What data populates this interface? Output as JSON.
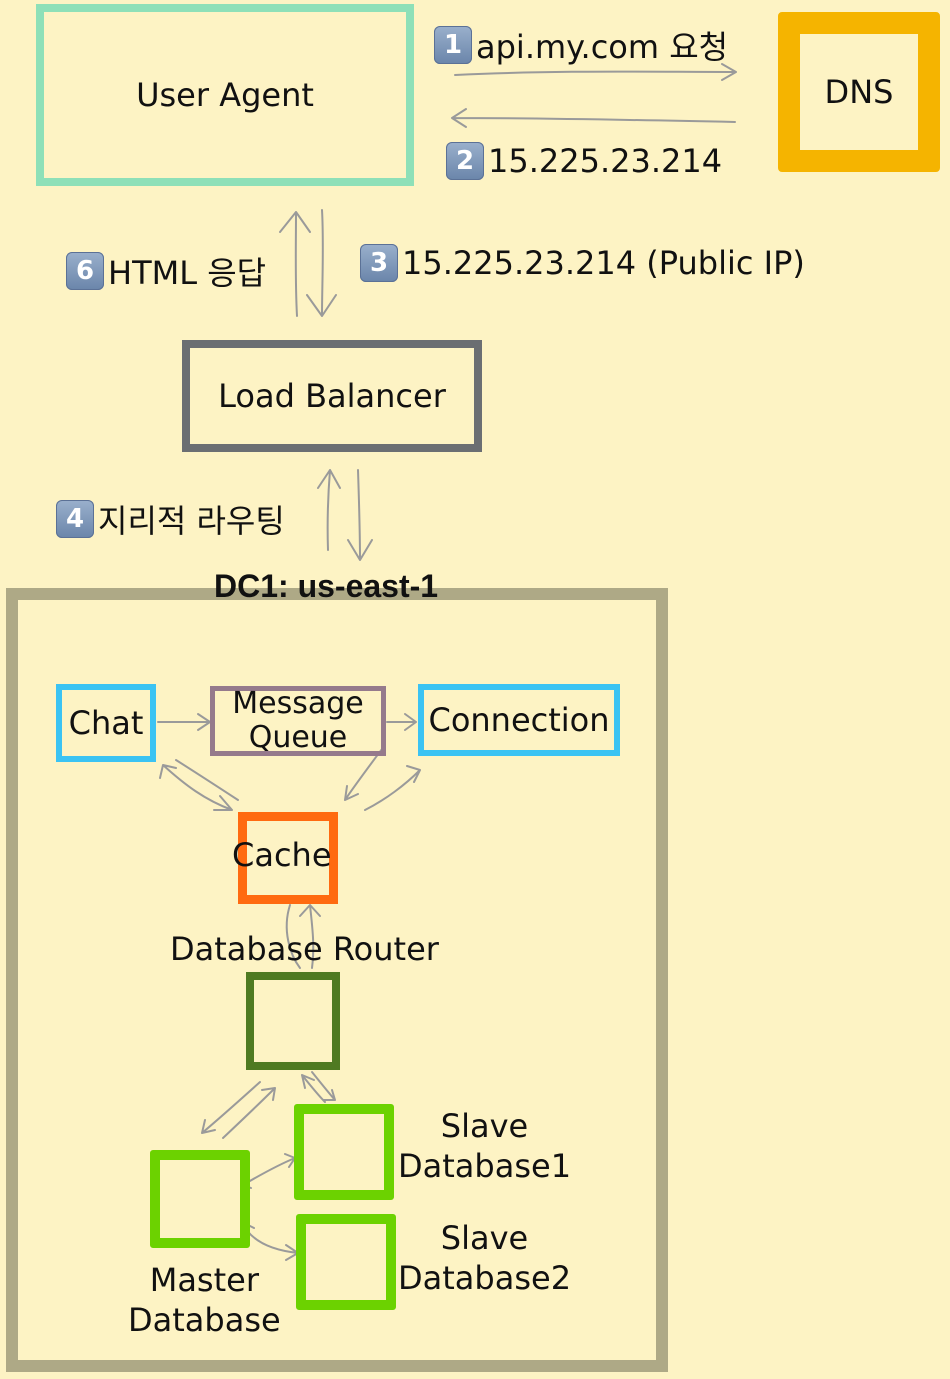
{
  "nodes": {
    "user_agent": "User Agent",
    "dns": "DNS",
    "load_balancer": "Load Balancer",
    "chat": "Chat",
    "message_queue": "Message\nQueue",
    "connection": "Connection",
    "cache": "Cache",
    "database_router": "Database Router",
    "slave_database1": "Slave\nDatabase1",
    "slave_database2": "Slave\nDatabase2",
    "master_database": "Master\nDatabase"
  },
  "datacenter": {
    "title": "DC1: us-east-1"
  },
  "steps": [
    {
      "num": "1",
      "text": "api.my.com 요청"
    },
    {
      "num": "2",
      "text": "15.225.23.214"
    },
    {
      "num": "3",
      "text": "15.225.23.214 (Public IP)"
    },
    {
      "num": "4",
      "text": "지리적 라우팅"
    },
    {
      "num": "6",
      "text": "HTML 응답"
    }
  ],
  "colors": {
    "background": "#fdf3c4",
    "user_agent": "#8ee0b8",
    "dns": "#f5b400",
    "load_balancer": "#6b6e72",
    "datacenter": "#aea986",
    "chat": "#3bc3f3",
    "message_queue": "#957a8c",
    "connection": "#3bc3f3",
    "cache": "#ff6a10",
    "database_router": "#4f7a22",
    "database": "#6cd200",
    "arrow": "#9a9a9a"
  }
}
